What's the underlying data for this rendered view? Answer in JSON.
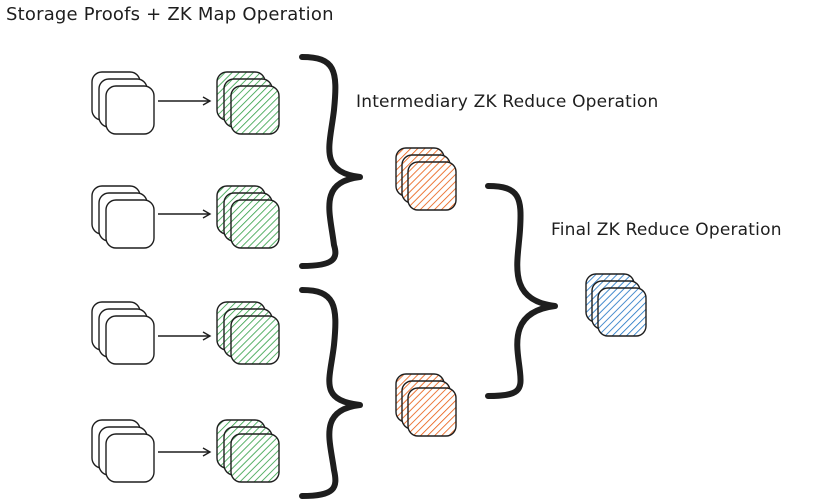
{
  "labels": {
    "map_operation": "Storage Proofs + ZK Map Operation",
    "intermediary_reduce": "Intermediary ZK Reduce Operation",
    "final_reduce": "Final ZK Reduce Operation"
  },
  "colors": {
    "ink": "#1e1e1e",
    "map_output": "#2f9e44",
    "map_output_fill": "#b2f2bb",
    "intermediary": "#e8590c",
    "intermediary_fill": "#ffc9a6",
    "final": "#1971c2",
    "final_fill": "#a5d8ff"
  },
  "structure": {
    "map_rows": 4,
    "intermediary_reduce_nodes": 2,
    "final_reduce_nodes": 1,
    "proof_stack_depth": 3
  }
}
